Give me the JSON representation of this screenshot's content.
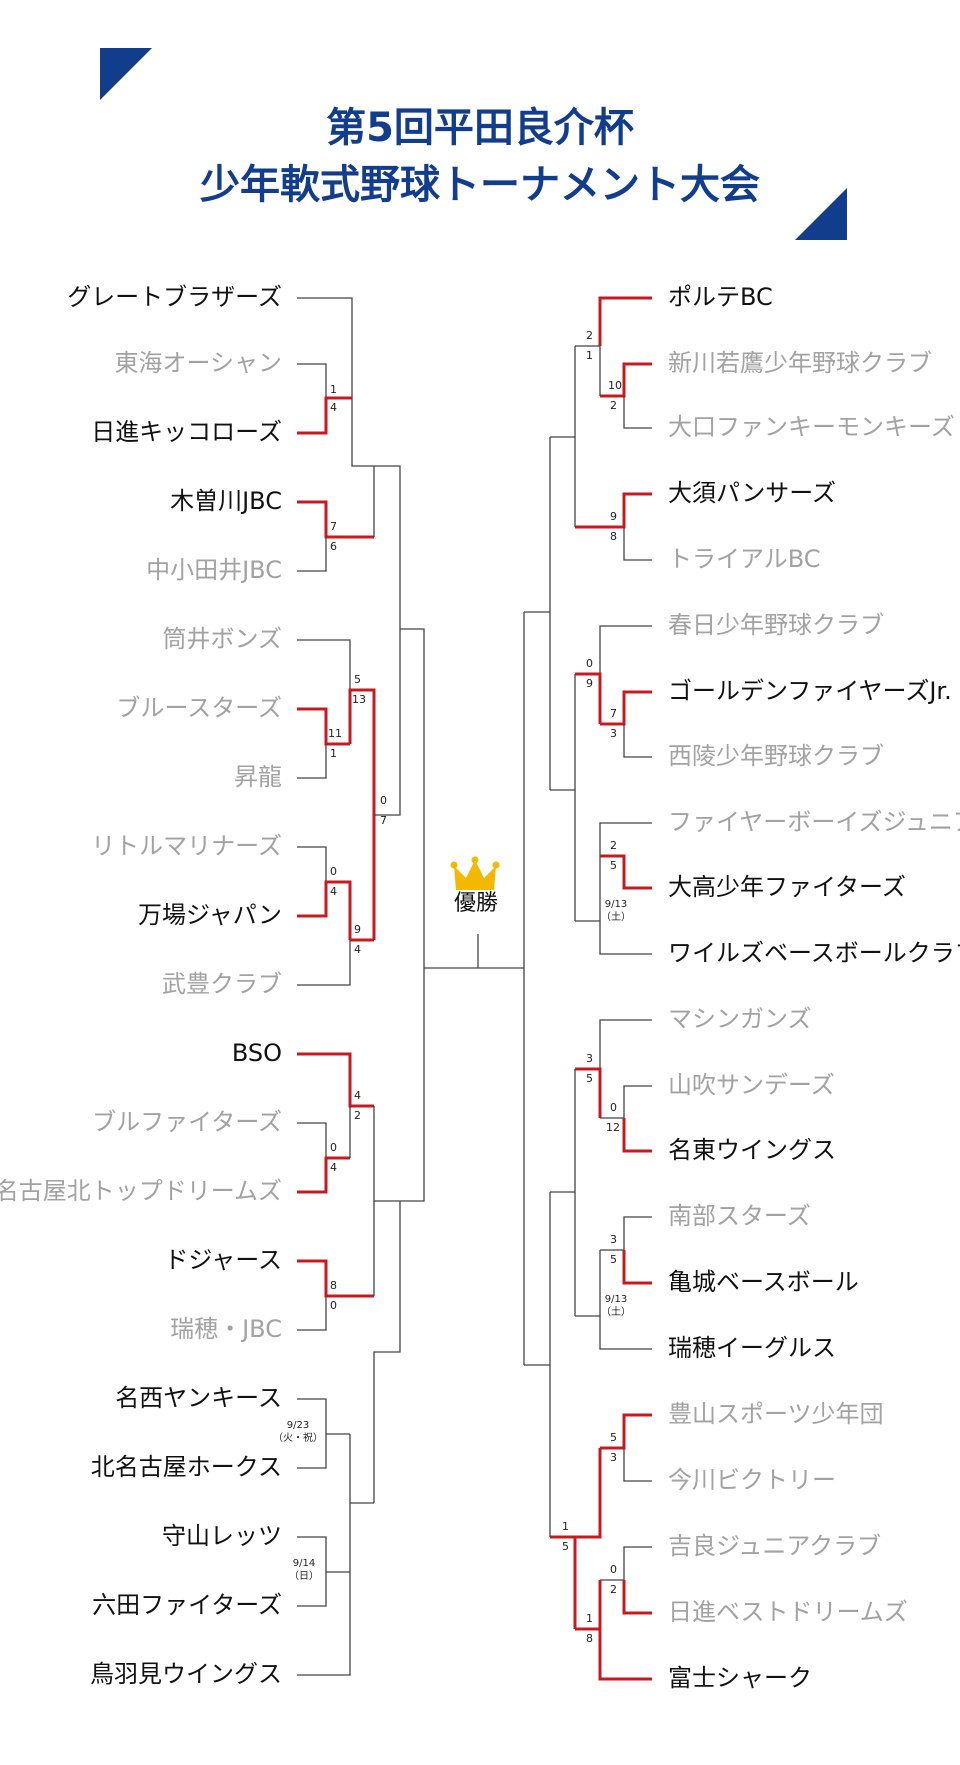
{
  "title": {
    "line1": "第5回平田良介杯",
    "line2": "少年軟式野球トーナメント大会"
  },
  "colors": {
    "title": "#123c8c",
    "win_path": "#c8191f",
    "bracket_line": "#444444",
    "winner_text": "#111111",
    "loser_text": "#a2a2a2",
    "crown": "#f5b800"
  },
  "champion": {
    "label": "優勝",
    "icon": "crown-icon"
  },
  "left_teams": [
    {
      "name": "グレートブラザーズ",
      "status": "win"
    },
    {
      "name": "東海オーシャン",
      "status": "lose"
    },
    {
      "name": "日進キッコローズ",
      "status": "win"
    },
    {
      "name": "木曽川JBC",
      "status": "win"
    },
    {
      "name": "中小田井JBC",
      "status": "lose"
    },
    {
      "name": "筒井ボンズ",
      "status": "lose"
    },
    {
      "name": "ブルースターズ",
      "status": "lose"
    },
    {
      "name": "昇龍",
      "status": "lose"
    },
    {
      "name": "リトルマリナーズ",
      "status": "lose"
    },
    {
      "name": "万場ジャパン",
      "status": "win"
    },
    {
      "name": "武豊クラブ",
      "status": "lose"
    },
    {
      "name": "BSO",
      "status": "win"
    },
    {
      "name": "ブルファイターズ",
      "status": "lose"
    },
    {
      "name": "名古屋北トップドリームズ",
      "status": "lose"
    },
    {
      "name": "ドジャース",
      "status": "win"
    },
    {
      "name": "瑞穂・JBC",
      "status": "lose"
    },
    {
      "name": "名西ヤンキース",
      "status": "win"
    },
    {
      "name": "北名古屋ホークス",
      "status": "win"
    },
    {
      "name": "守山レッツ",
      "status": "win"
    },
    {
      "name": "六田ファイターズ",
      "status": "win"
    },
    {
      "name": "鳥羽見ウイングス",
      "status": "win"
    }
  ],
  "right_teams": [
    {
      "name": "ポルテBC",
      "status": "win"
    },
    {
      "name": "新川若鷹少年野球クラブ",
      "status": "lose"
    },
    {
      "name": "大口ファンキーモンキーズ",
      "status": "lose"
    },
    {
      "name": "大須パンサーズ",
      "status": "win"
    },
    {
      "name": "トライアルBC",
      "status": "lose"
    },
    {
      "name": "春日少年野球クラブ",
      "status": "lose"
    },
    {
      "name": "ゴールデンファイヤーズJr.",
      "status": "win"
    },
    {
      "name": "西陵少年野球クラブ",
      "status": "lose"
    },
    {
      "name": "ファイヤーボーイズジュニア",
      "status": "lose"
    },
    {
      "name": "大高少年ファイターズ",
      "status": "win"
    },
    {
      "name": "ワイルズベースボールクラブ",
      "status": "win"
    },
    {
      "name": "マシンガンズ",
      "status": "lose"
    },
    {
      "name": "山吹サンデーズ",
      "status": "lose"
    },
    {
      "name": "名東ウイングス",
      "status": "win"
    },
    {
      "name": "南部スターズ",
      "status": "lose"
    },
    {
      "name": "亀城ベースボール",
      "status": "win"
    },
    {
      "name": "瑞穂イーグルス",
      "status": "win"
    },
    {
      "name": "豊山スポーツ少年団",
      "status": "lose"
    },
    {
      "name": "今川ビクトリー",
      "status": "lose"
    },
    {
      "name": "吉良ジュニアクラブ",
      "status": "lose"
    },
    {
      "name": "日進ベストドリームズ",
      "status": "lose"
    },
    {
      "name": "富士シャーク",
      "status": "win"
    }
  ],
  "scores": {
    "l1_top": "1",
    "l1_bot": "4",
    "l2_top": "7",
    "l2_bot": "6",
    "l3_top": "11",
    "l3_bot": "1",
    "l4_top": "5",
    "l4_bot": "13",
    "l5_top": "0",
    "l5_bot": "4",
    "l6_top": "9",
    "l6_bot": "4",
    "l7_top": "0",
    "l7_bot": "7",
    "l8_top": "0",
    "l8_bot": "4",
    "l9_top": "4",
    "l9_bot": "2",
    "l10_top": "8",
    "l10_bot": "0",
    "r1_top": "10",
    "r1_bot": "2",
    "r2_top": "2",
    "r2_bot": "1",
    "r3_top": "9",
    "r3_bot": "8",
    "r4_top": "7",
    "r4_bot": "3",
    "r5_top": "0",
    "r5_bot": "9",
    "r6_top": "2",
    "r6_bot": "5",
    "r7_top": "0",
    "r7_bot": "12",
    "r8_top": "3",
    "r8_bot": "5",
    "r9_top": "3",
    "r9_bot": "5",
    "r10_top": "5",
    "r10_bot": "3",
    "r11_top": "0",
    "r11_bot": "2",
    "r12_top": "1",
    "r12_bot": "8",
    "r13_top": "1",
    "r13_bot": "5"
  },
  "dates": {
    "l_a_1": "9/23",
    "l_a_2": "（火・祝）",
    "l_b_1": "9/14",
    "l_b_2": "（日）",
    "r_a_1": "9/13",
    "r_a_2": "（土）",
    "r_b_1": "9/13",
    "r_b_2": "（土）"
  }
}
